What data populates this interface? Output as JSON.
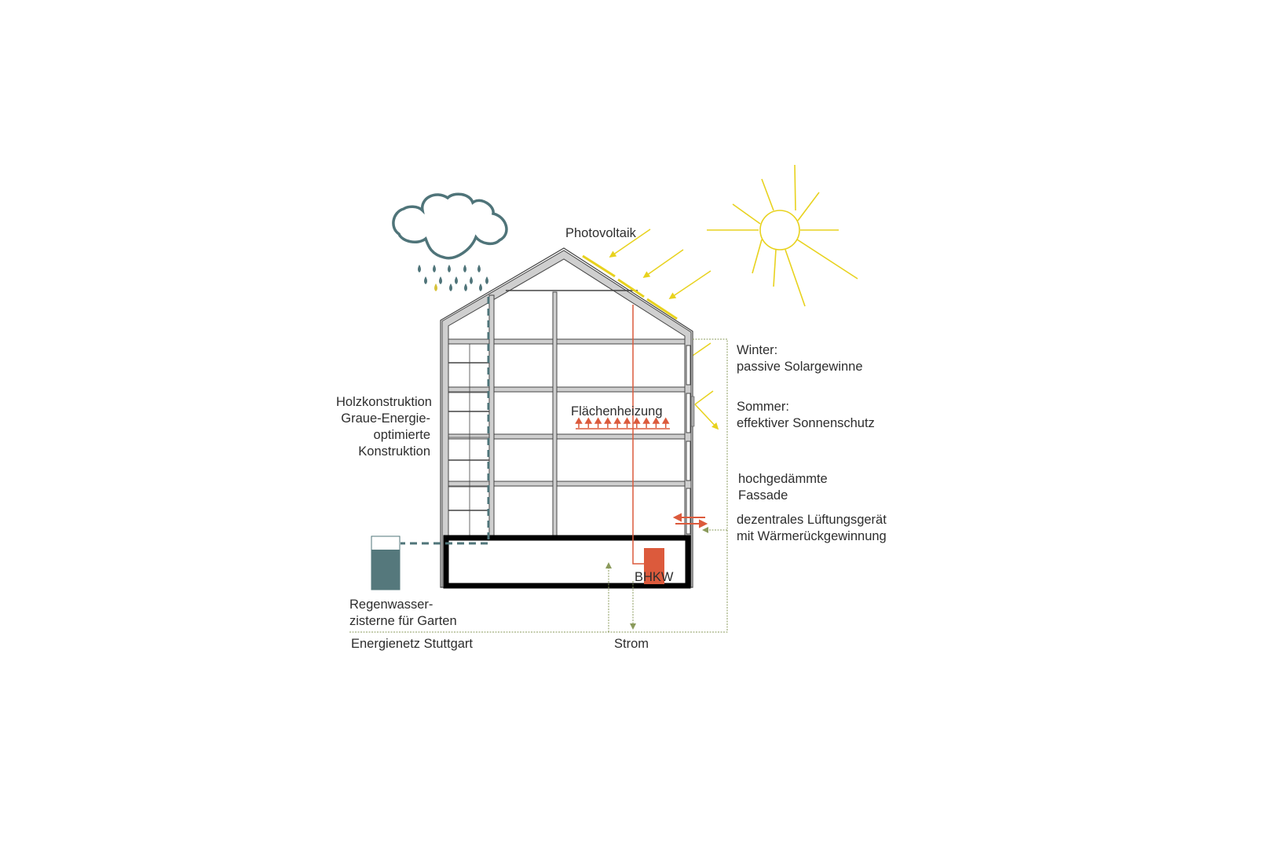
{
  "labels": {
    "photovoltaik": "Photovoltaik",
    "winter_1": "Winter:",
    "winter_2": "passive Solargewinne",
    "sommer_1": "Sommer:",
    "sommer_2": "effektiver Sonnenschutz",
    "fassade_1": "hochgedämmte",
    "fassade_2": "Fassade",
    "lueftung_1": "dezentrales Lüftungsgerät",
    "lueftung_2": "mit Wärmerückgewinnung",
    "holz_1": "Holzkonstruktion",
    "holz_2": "Graue-Energie-",
    "holz_3": "optimierte",
    "holz_4": "Konstruktion",
    "heizung": "Flächenheizung",
    "bhkw": "BHKW",
    "zisterne_1": "Regenwasser-",
    "zisterne_2": "zisterne für Garten",
    "energienetz": "Energienetz Stuttgart",
    "strom": "Strom"
  },
  "colors": {
    "sun": "#e8d21e",
    "cloud": "#4f7479",
    "heat": "#dc5a3c",
    "grid": "#8a9a5b",
    "wall": "#cfcfcf"
  }
}
